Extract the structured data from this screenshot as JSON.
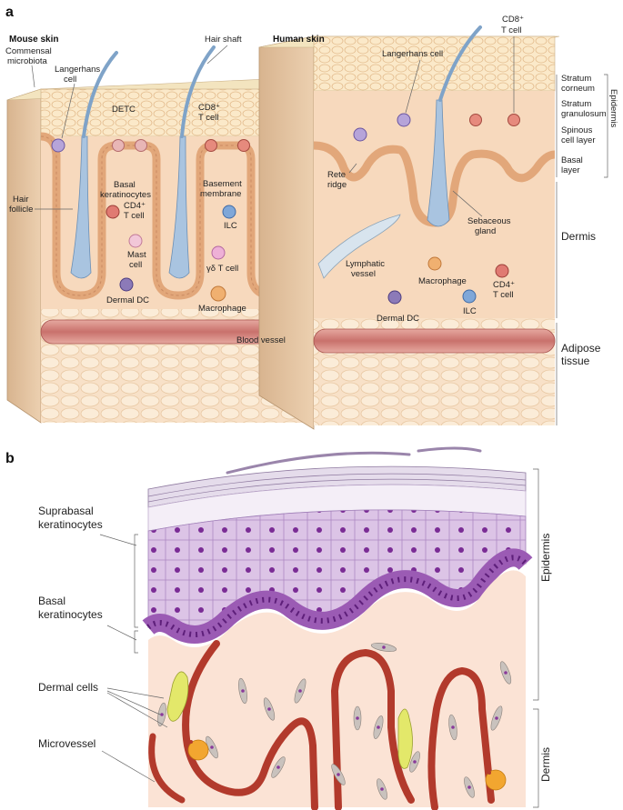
{
  "panel_a": {
    "letter": "a",
    "mouse": {
      "title": "Mouse skin",
      "labels": {
        "commensal_1": "Commensal",
        "commensal_2": "microbiota",
        "langerhans_1": "Langerhans",
        "langerhans_2": "cell",
        "hair_shaft": "Hair shaft",
        "detc": "DETC",
        "cd8_1": "CD8⁺",
        "cd8_2": "T cell",
        "basal_kc_1": "Basal",
        "basal_kc_2": "keratinocytes",
        "basement_1": "Basement",
        "basement_2": "membrane",
        "hair_follicle_1": "Hair",
        "hair_follicle_2": "follicle",
        "cd4_1": "CD4⁺",
        "cd4_2": "T cell",
        "ilc": "ILC",
        "mast_1": "Mast",
        "mast_2": "cell",
        "gd_t": "γδ T cell",
        "dermal_dc": "Dermal DC",
        "macrophage": "Macrophage",
        "blood_vessel": "Blood vessel"
      }
    },
    "human": {
      "title": "Human skin",
      "labels": {
        "langerhans": "Langerhans cell",
        "cd8_1": "CD8⁺",
        "cd8_2": "T cell",
        "rete_1": "Rete",
        "rete_2": "ridge",
        "sebaceous_1": "Sebaceous",
        "sebaceous_2": "gland",
        "lymphatic_1": "Lymphatic",
        "lymphatic_2": "vessel",
        "macrophage": "Macrophage",
        "cd4_1": "CD4⁺",
        "cd4_2": "T cell",
        "dermal_dc": "Dermal DC",
        "ilc": "ILC"
      }
    },
    "layers": {
      "corneum_1": "Stratum",
      "corneum_2": "corneum",
      "granulosum_1": "Stratum",
      "granulosum_2": "granulosum",
      "spinous_1": "Spinous",
      "spinous_2": "cell layer",
      "basal_1": "Basal",
      "basal_2": "layer",
      "epidermis": "Epidermis",
      "dermis": "Dermis",
      "adipose_1": "Adipose",
      "adipose_2": "tissue"
    }
  },
  "panel_b": {
    "letter": "b",
    "labels": {
      "suprabasal_1": "Suprabasal",
      "suprabasal_2": "keratinocytes",
      "basal_1": "Basal",
      "basal_2": "keratinocytes",
      "dermal_cells": "Dermal cells",
      "microvessel": "Microvessel",
      "epidermis": "Epidermis",
      "dermis": "Dermis"
    }
  },
  "colors": {
    "dermis": "#f7d9bd",
    "epidermis": "#fbe9c9",
    "basal_layer": "#e9b58a",
    "hair": "#a9c4e0",
    "vessel": "#c9716c",
    "adipose": "#f8e1c8",
    "purple_light": "#dcc4e6",
    "purple_mid": "#c59bd6",
    "purple_dark": "#7a2c95",
    "vessel_b": "#b23a2c",
    "dermis_b": "#fbe3d5"
  }
}
